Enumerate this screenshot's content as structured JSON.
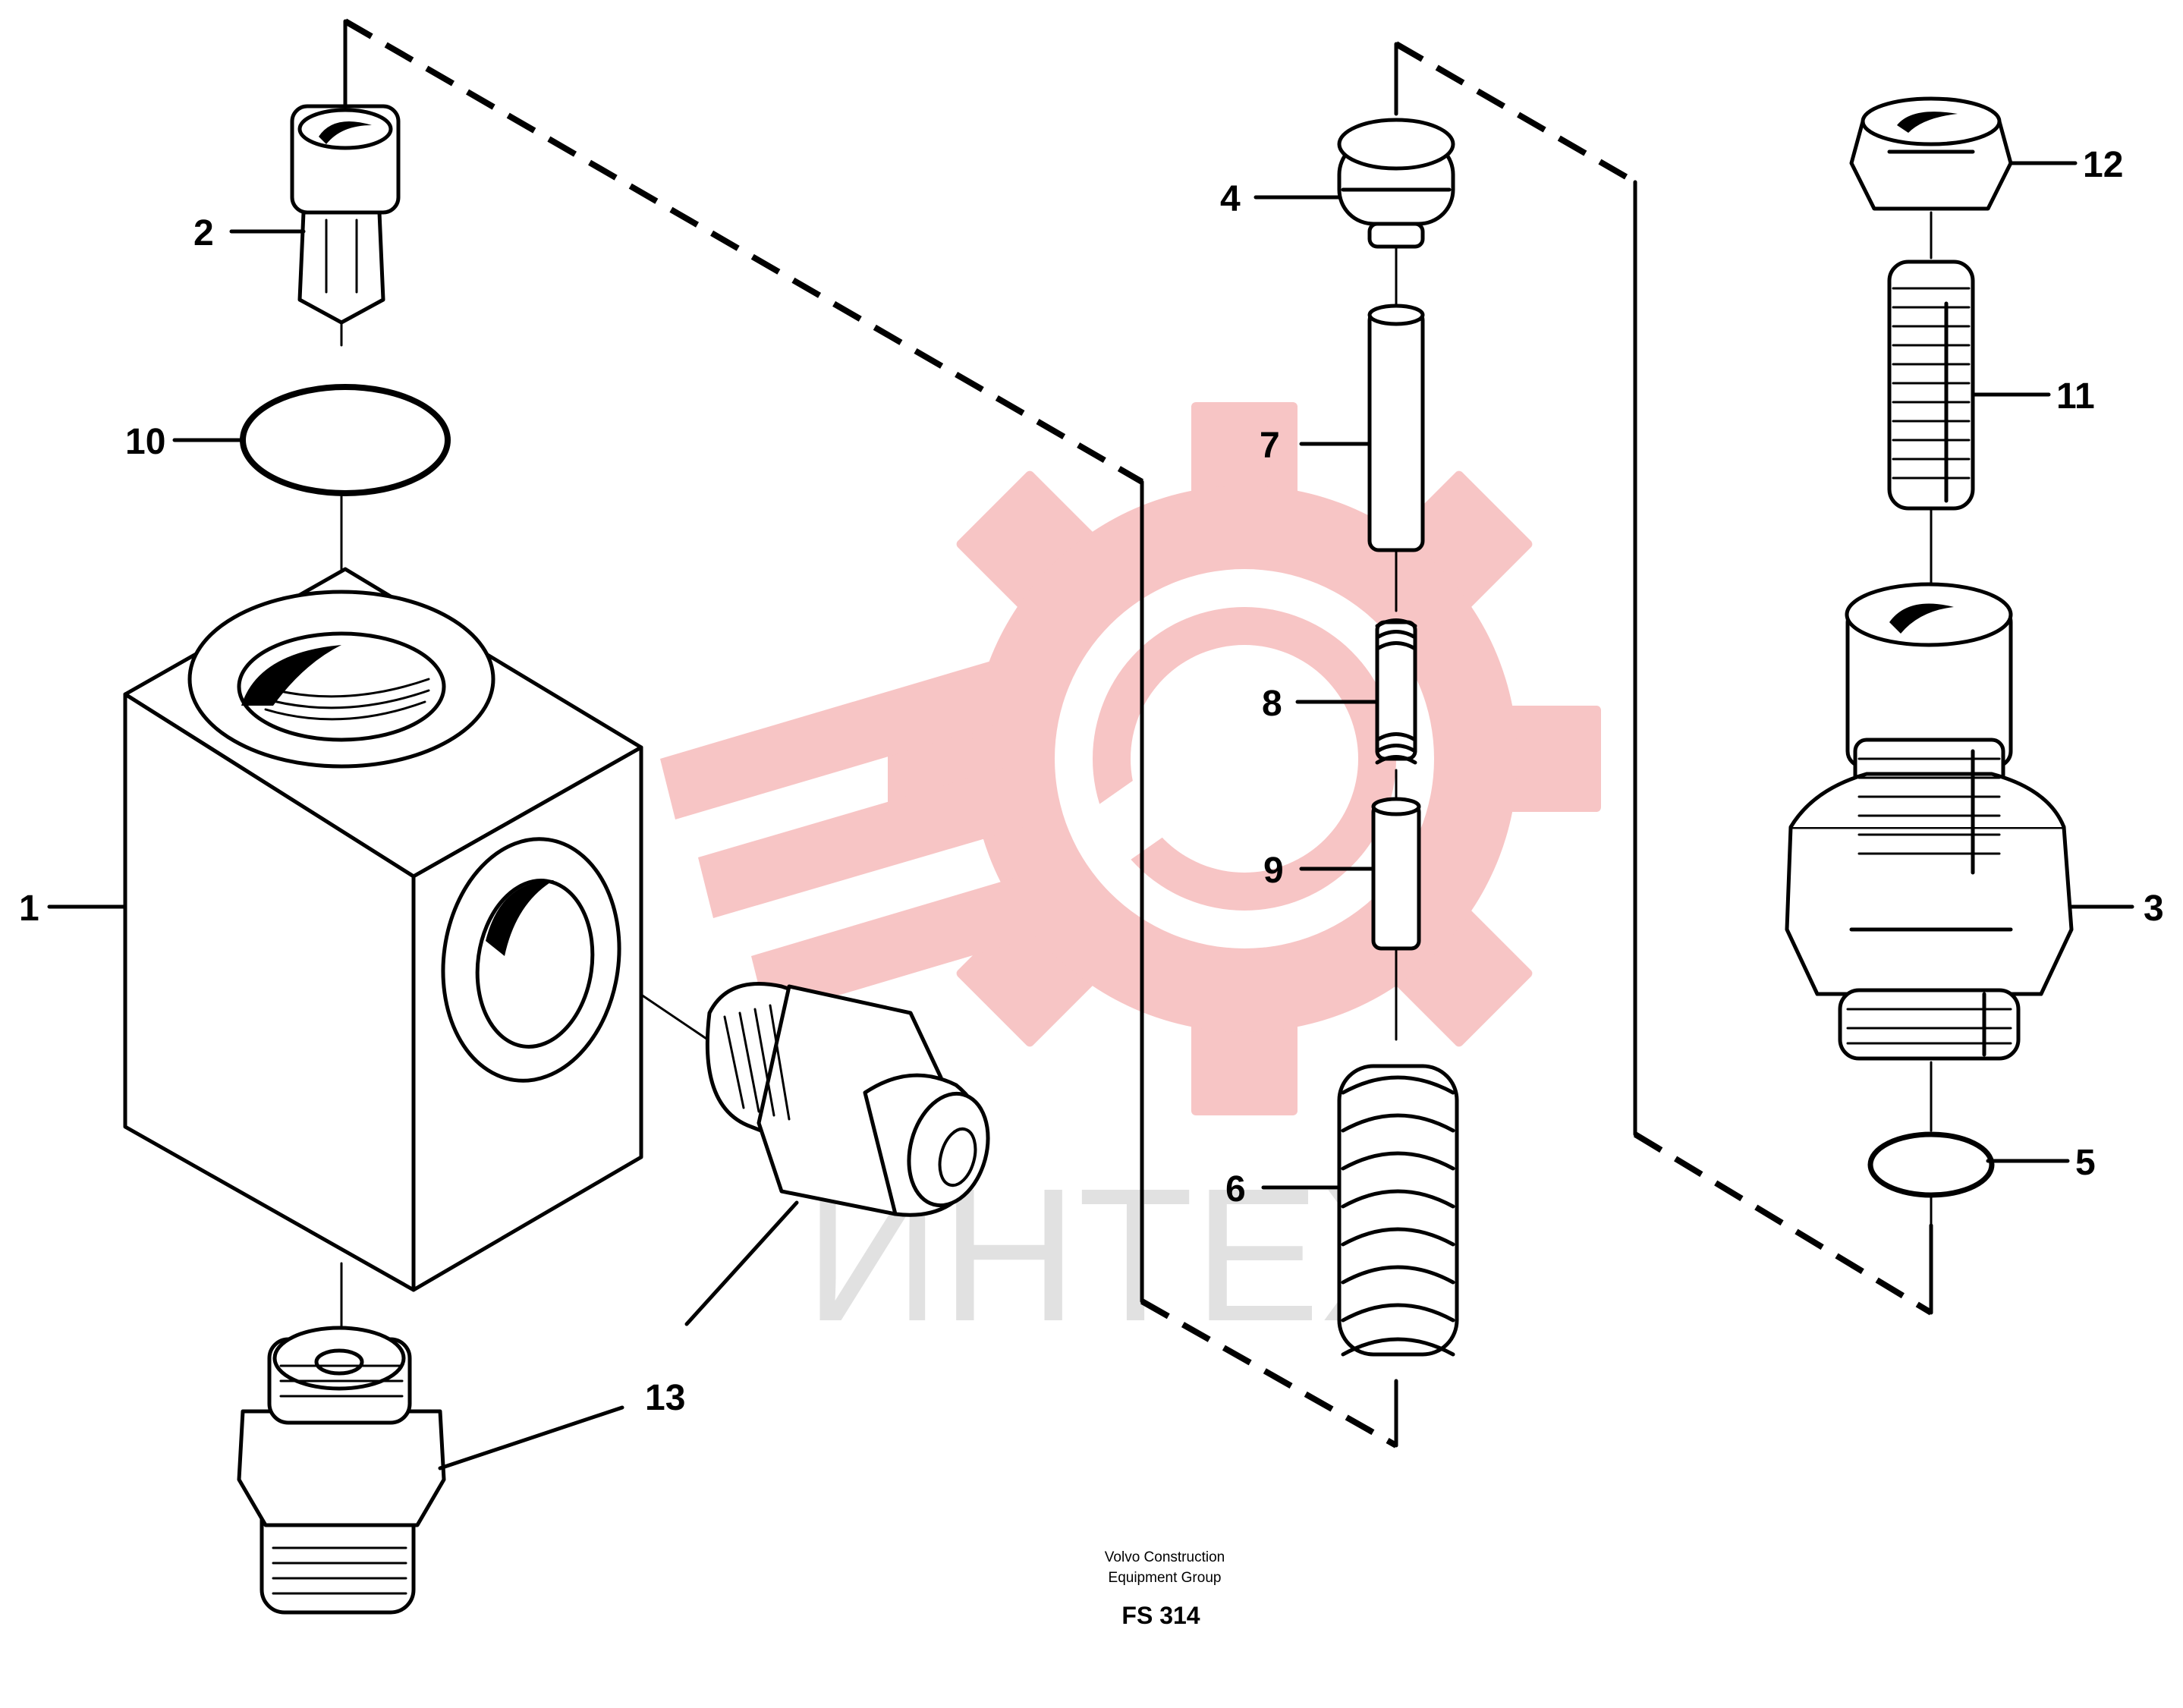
{
  "diagram": {
    "callouts": [
      {
        "id": "1",
        "label": "1"
      },
      {
        "id": "2",
        "label": "2"
      },
      {
        "id": "3",
        "label": "3"
      },
      {
        "id": "4",
        "label": "4"
      },
      {
        "id": "5",
        "label": "5"
      },
      {
        "id": "6",
        "label": "6"
      },
      {
        "id": "7",
        "label": "7"
      },
      {
        "id": "8",
        "label": "8"
      },
      {
        "id": "9",
        "label": "9"
      },
      {
        "id": "10",
        "label": "10"
      },
      {
        "id": "11",
        "label": "11"
      },
      {
        "id": "12",
        "label": "12"
      },
      {
        "id": "13",
        "label": "13"
      }
    ],
    "footer": {
      "line1": "Volvo Construction",
      "line2": "Equipment Group",
      "code": "FS 314"
    },
    "watermark": {
      "text": "ИНТЕХ",
      "color": "#f4b2b2",
      "text_color": "#e1e1e1"
    },
    "colors": {
      "line": "#000000",
      "background": "#ffffff"
    }
  }
}
